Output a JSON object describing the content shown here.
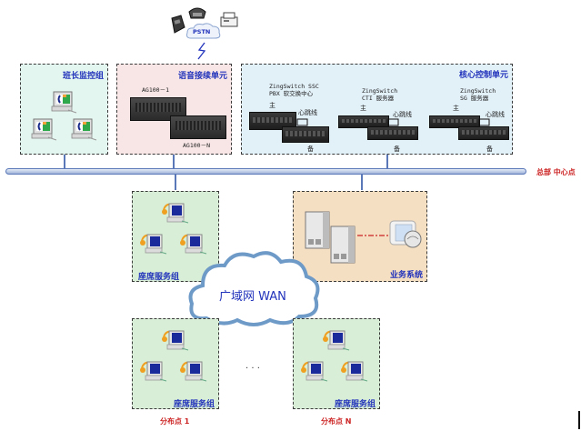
{
  "top": {
    "pstn_label": "PSTN",
    "icons": [
      "mobile-phone-icon",
      "desk-phone-icon",
      "fax-icon"
    ]
  },
  "hq": {
    "label": "总部 中心点",
    "monitor_group": {
      "title": "班长监控组",
      "workstation_count": 3
    },
    "voice_unit": {
      "title": "语音接续单元",
      "devices": [
        "AG100－1",
        "AG100－N"
      ]
    },
    "core_unit": {
      "title": "核心控制单元",
      "pairs": [
        {
          "name_line1": "ZingSwitch SSC",
          "name_line2": "PBX 软交换中心",
          "primary": "主",
          "backup": "备",
          "heartbeat": "心跳线"
        },
        {
          "name_line1": "ZingSwitch",
          "name_line2": "CTI 服务器",
          "primary": "主",
          "backup": "备",
          "heartbeat": "心跳线"
        },
        {
          "name_line1": "ZingSwitch",
          "name_line2": "SG 服务器",
          "primary": "主",
          "backup": "备",
          "heartbeat": "心跳线"
        }
      ]
    },
    "agent_group": {
      "title": "座席服务组",
      "agent_count": 3
    },
    "business_system": {
      "title": "业务系统"
    }
  },
  "wan": {
    "label": "广域网 WAN"
  },
  "branches": [
    {
      "label": "分布点 1",
      "group_title": "座席服务组",
      "agent_count": 3
    },
    {
      "label": "分布点 N",
      "group_title": "座席服务组",
      "agent_count": 3
    }
  ],
  "ellipsis": "· · ·",
  "colors": {
    "monitor_bg": "#e4f6f0",
    "voice_bg": "#f8e6e6",
    "core_bg": "#e2f0f8",
    "agent_bg": "#d8eed6",
    "business_bg": "#f5dfc2",
    "title_blue": "#2233bb",
    "label_red": "#cc2222",
    "bus_blue": "#5a78b8"
  }
}
